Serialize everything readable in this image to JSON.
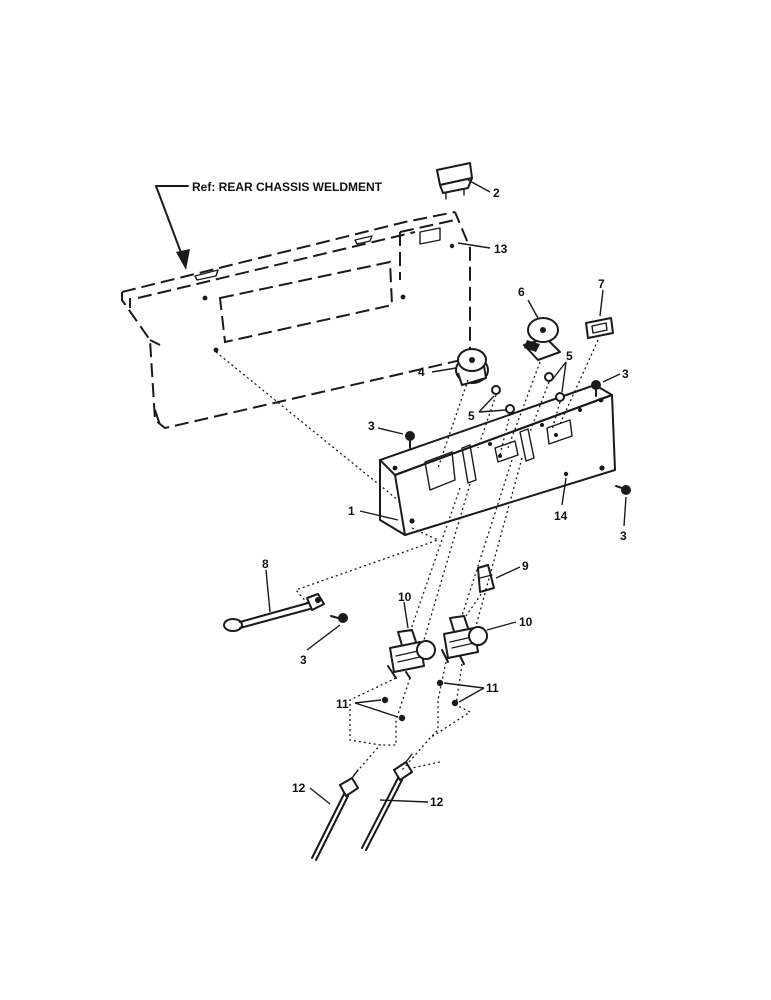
{
  "reference_label": "Ref: REAR CHASSIS WELDMENT",
  "callouts": [
    "1",
    "2",
    "3",
    "3",
    "3",
    "3",
    "4",
    "5",
    "5",
    "6",
    "7",
    "8",
    "9",
    "10",
    "10",
    "11",
    "11",
    "12",
    "12",
    "13",
    "14"
  ]
}
